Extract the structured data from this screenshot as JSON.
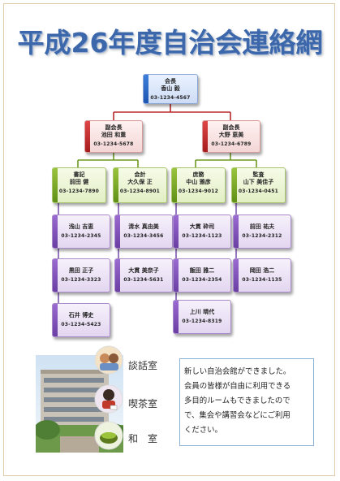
{
  "title": "平成26年度自治会連絡網",
  "org": {
    "president": {
      "role": "会長",
      "name": "香山 毅",
      "tel": "03-1234-4567"
    },
    "vice_left": {
      "role": "副会長",
      "name": "池田 和重",
      "tel": "03-1234-5678"
    },
    "vice_right": {
      "role": "副会長",
      "name": "大野 恵美",
      "tel": "03-1234-6789"
    },
    "secretary": {
      "role": "書記",
      "name": "前田 健",
      "tel": "03-1234-7890"
    },
    "accountant": {
      "role": "会計",
      "name": "大久保 正",
      "tel": "03-1234-8901"
    },
    "general": {
      "role": "庶務",
      "name": "中山 雅彦",
      "tel": "03-1234-9012"
    },
    "auditor": {
      "role": "監査",
      "name": "山下 美佳子",
      "tel": "03-1234-0451"
    },
    "m1": {
      "name": "浅山 吉恵",
      "tel": "03-1234-2345"
    },
    "m2": {
      "name": "清水 真由美",
      "tel": "03-1234-3456"
    },
    "m3": {
      "name": "大貫 砕司",
      "tel": "03-1234-1123"
    },
    "m4": {
      "name": "前田 祐夫",
      "tel": "03-1234-2312"
    },
    "m5": {
      "name": "黒田 正子",
      "tel": "03-1234-3323"
    },
    "m6": {
      "name": "大貫 美奈子",
      "tel": "03-1234-5631"
    },
    "m7": {
      "name": "飯田 雅二",
      "tel": "03-1234-2354"
    },
    "m8": {
      "name": "岡田 浩二",
      "tel": "03-1234-1135"
    },
    "m9": {
      "name": "石井 博史",
      "tel": "03-1234-5423"
    },
    "m10": {
      "name": "上川 晴代",
      "tel": "03-1234-8319"
    }
  },
  "rooms": [
    "談話室",
    "喫茶室",
    "和　室"
  ],
  "notice": [
    "新しい自治会館ができました。",
    "会員の皆様が自由に利用できる",
    "多目的ルームもできましたので",
    "で、集会や講習会などにご利用",
    "ください。"
  ],
  "colors": {
    "title": "#3c67aa",
    "president": "#1f55b0",
    "vice": "#a51c1c",
    "officer": "#5f8f16",
    "member": "#6a3ea3"
  }
}
